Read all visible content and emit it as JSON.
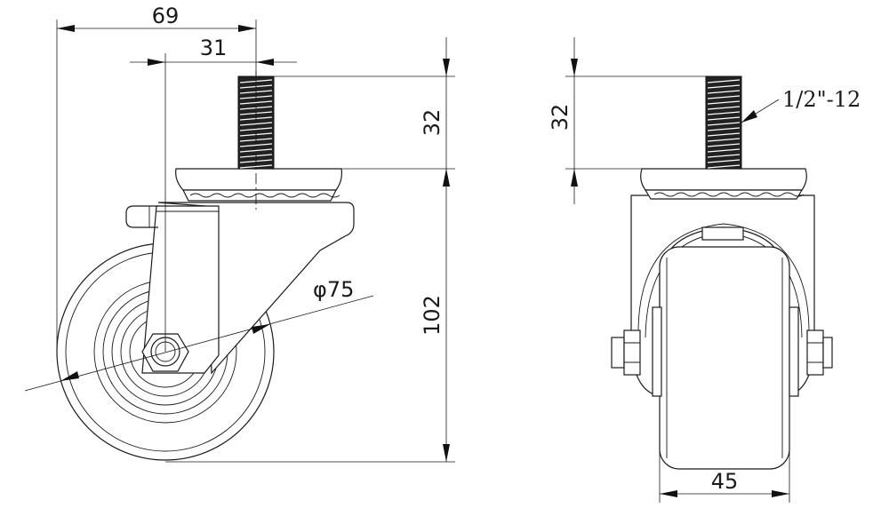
{
  "dimensions": {
    "overall_width": "69",
    "offset": "31",
    "stem_height_side": "32",
    "height": "102",
    "wheel_diameter": "φ75",
    "stem_height_front": "32",
    "thread": "1/2\"-12",
    "wheel_width": "45"
  }
}
